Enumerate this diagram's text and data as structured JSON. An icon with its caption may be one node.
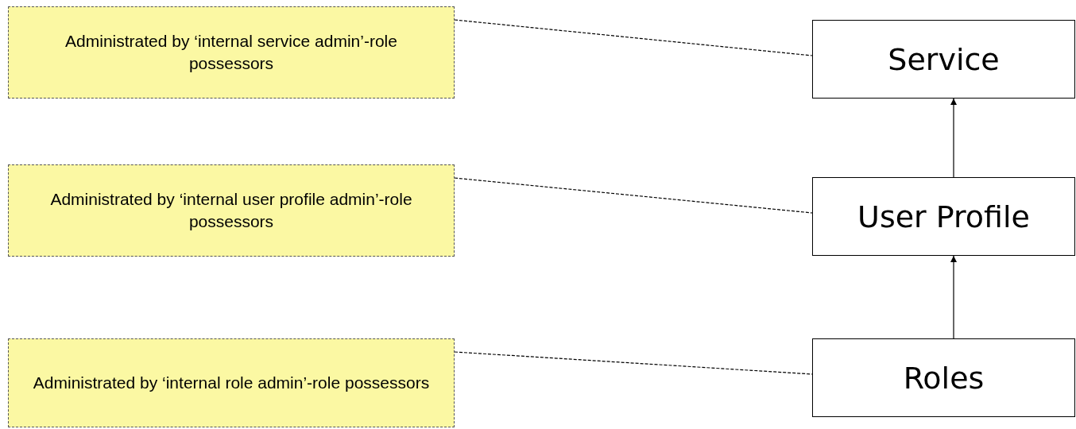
{
  "diagram": {
    "nodes": [
      {
        "text": [
          "Administrated by ‘internal service admin’-role possessors"
        ]
      },
      {
        "text": [
          "Administrated by ‘internal user profile admin’-role possessors"
        ]
      },
      {
        "text": [
          "Administrated by ‘internal role admin’-role possessors"
        ]
      },
      {
        "text": [
          "Service"
        ]
      },
      {
        "text": [
          "User Profile"
        ]
      },
      {
        "text": [
          "Roles"
        ]
      }
    ],
    "edges": [
      {
        "from": 0,
        "to": 3,
        "arrow": "none",
        "style": "dashed"
      },
      {
        "from": 1,
        "to": 4,
        "arrow": "none",
        "style": "dashed"
      },
      {
        "from": 2,
        "to": 5,
        "arrow": "none",
        "style": "dashed"
      },
      {
        "from": 4,
        "to": 3,
        "arrow": "to"
      },
      {
        "from": 5,
        "to": 4,
        "arrow": "to"
      }
    ]
  }
}
